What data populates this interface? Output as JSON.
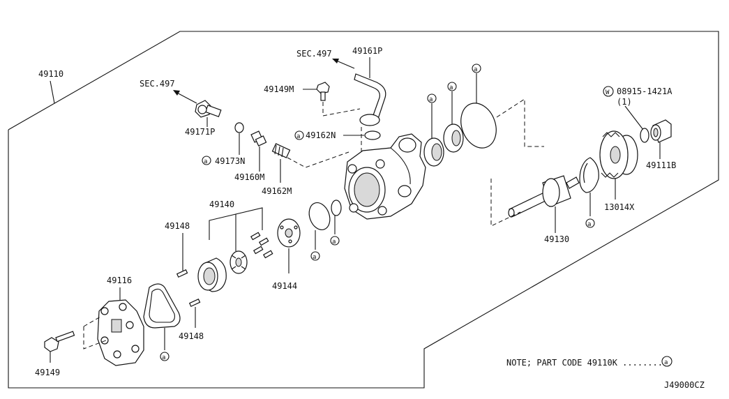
{
  "part_numbers": {
    "p49110": "49110",
    "p49161p": "49161P",
    "p49149m": "49149M",
    "p49162n": "49162N",
    "p49171p": "49171P",
    "p49173n": "49173N",
    "p49160m": "49160M",
    "p49162m": "49162M",
    "p49140": "49140",
    "p49148a": "49148",
    "p49148b": "49148",
    "p49144": "49144",
    "p49116": "49116",
    "p49149": "49149",
    "p49130": "49130",
    "p13014x": "13014X",
    "p49111b": "49111B",
    "p08915": "08915-1421A",
    "p08915_qty": "(1)"
  },
  "sec_refs": {
    "sec_left": "SEC.497",
    "sec_top": "SEC.497"
  },
  "markers": {
    "a": "a",
    "w": "W"
  },
  "note": {
    "text": "NOTE; PART CODE 49110K ........"
  },
  "drawing_code": "J49000CZ"
}
